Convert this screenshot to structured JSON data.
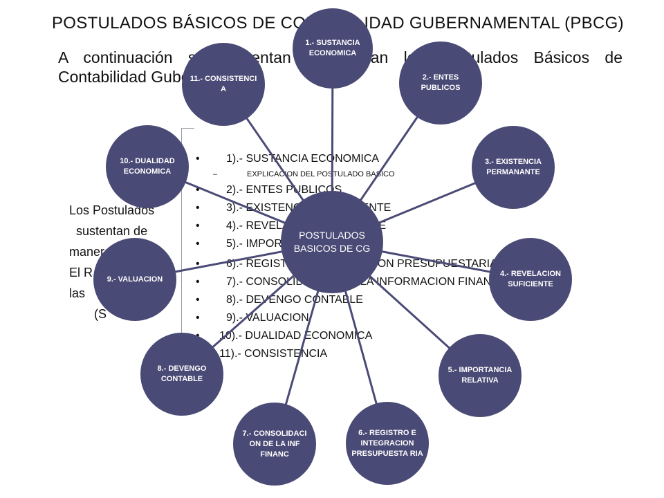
{
  "title": "POSTULADOS BÁSICOS DE CONTABILIDAD GUBERNAMENTAL  (PBCG)",
  "intro": {
    "part1": "A  continuación  se  presentan  y  explican  los  Postulados  Básicos  de",
    "part2": "Contabilidad Gubernamental:"
  },
  "side_text": [
    "Los Postulados",
    "sustentan de",
    "manera tecnica",
    "El R",
    "las",
    "(S"
  ],
  "list": [
    {
      "bullet": "•",
      "text": "1).- SUSTANCIA  ECONOMICA"
    },
    {
      "bullet": "–",
      "text": "EXPLICACION DEL POSTULADO BASICO"
    },
    {
      "bullet": "•",
      "text": "2).- ENTES  PUBLICOS"
    },
    {
      "bullet": "•",
      "text": "3).- EXISTENCIA  PERMANENTE"
    },
    {
      "bullet": "•",
      "text": "4).- REVELACION  SUFICIENTE"
    },
    {
      "bullet": "•",
      "text": "5).- IMPORTANCIA  RELATIVA"
    },
    {
      "bullet": "•",
      "text": "6).- REGISTRO E INTEGRACION  PRESUPUESTARIA"
    },
    {
      "bullet": "•",
      "text": "7).- CONSOLIDACION DE LA  INFORMACION FINANCIERA"
    },
    {
      "bullet": "•",
      "text": "8).- DEVENGO CONTABLE"
    },
    {
      "bullet": "•",
      "text": "9).- VALUACION"
    },
    {
      "bullet": "•",
      "text": "10).- DUALIDAD  ECONOMICA"
    },
    {
      "bullet": "",
      "text": "11).- CONSISTENCIA"
    }
  ],
  "center_node": "POSTULADOS BASICOS DE CG",
  "nodes": [
    "1.- SUSTANCIA ECONOMICA",
    "2.- ENTES PUBLICOS",
    "3.- EXISTENCIA PERMANANTE",
    "4.- REVELACION SUFICIENTE",
    "5.- IMPORTANCIA RELATIVA",
    "6.- REGISTRO E INTEGRACION PRESUPUESTA RIA",
    "7.- CONSOLIDACI ON DE LA INF FINANC",
    "8.- DEVENGO CONTABLE",
    "9.- VALUACION",
    "10.- DUALIDAD ECONOMICA",
    "11.- CONSISTENCI A"
  ],
  "colors": {
    "node_fill": "#4a4a76",
    "line": "#4a4a76",
    "text": "#111111"
  }
}
